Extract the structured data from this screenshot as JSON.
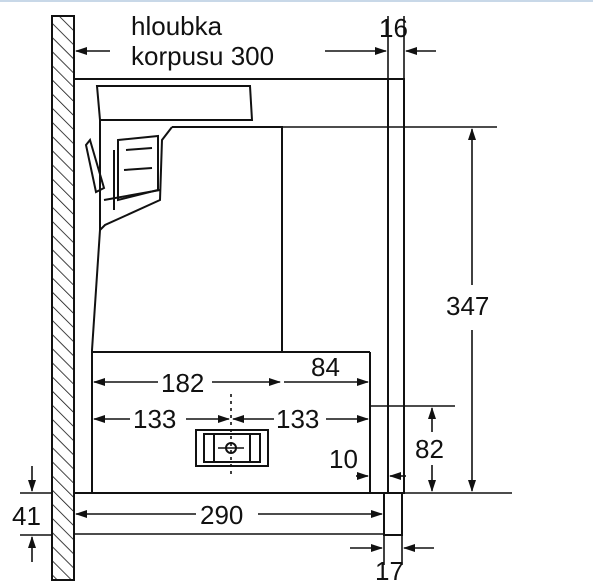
{
  "caption": {
    "line1": "hloubka",
    "line2": "korpusu 300"
  },
  "dimensions": {
    "d16": "16",
    "d347": "347",
    "d182": "182",
    "d84": "84",
    "d133_left": "133",
    "d133_right": "133",
    "d82": "82",
    "d10": "10",
    "d41": "41",
    "d290": "290",
    "d17": "17"
  },
  "colors": {
    "line": "#111111",
    "top_rule": "#c8d8e8"
  }
}
